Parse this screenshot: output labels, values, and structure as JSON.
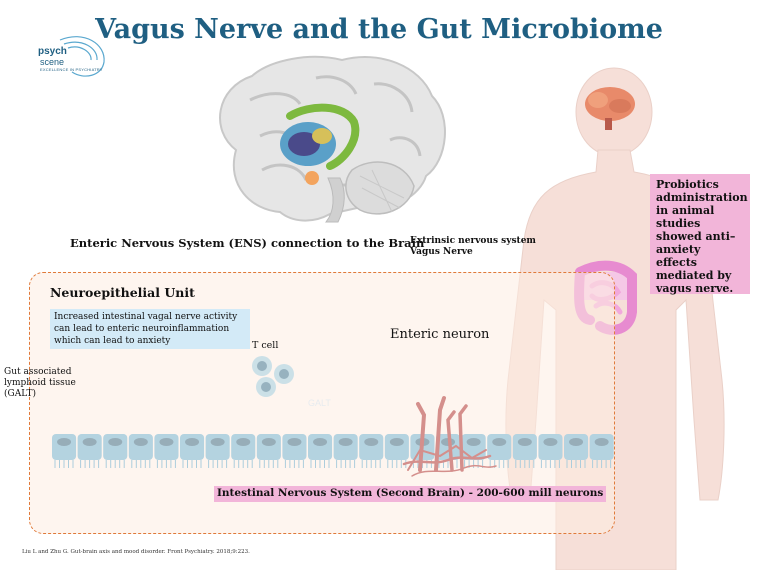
{
  "title": "Vagus Nerve and the Gut Microbiome",
  "logo": {
    "line1": "psych",
    "line2": "scene",
    "tagline": "EXCELLENCE IN PSYCHIATRY"
  },
  "labels": {
    "ens_connection": "Enteric Nervous System (ENS) connection to the Brain",
    "extrinsic_line1": "Extrinsic nervous system",
    "extrinsic_line2": "Vagus Nerve",
    "probiotics": "Probiotics administration in animal studies showed anti–anxiety effects mediated by vagus nerve.",
    "neuroepithelial_unit": "Neuroepithelial Unit",
    "vagal_activity": "Increased intestinal vagal nerve activity can lead to enteric neuroinflammation which can lead to anxiety",
    "enteric_neuron": "Enteric neuron",
    "t_cell": "T cell",
    "galt": "Gut associated lymphoid tissue (GALT)",
    "galt_watermark": "GALT",
    "intestinal_ns": "Intestinal Nervous System (Second Brain) - 200-600 mill neurons",
    "citation": "Liu L and Zhu G. Gut-brain axis and mood disorder. Front Psychiatry. 2018;9:223."
  },
  "colors": {
    "title": "#1f5f82",
    "pink_highlight": "#f2b5d9",
    "blue_highlight": "#d3eaf7",
    "dashed_border": "#e07a3a",
    "epithelium": "#5bb4de",
    "nerve": "#a31d24"
  }
}
